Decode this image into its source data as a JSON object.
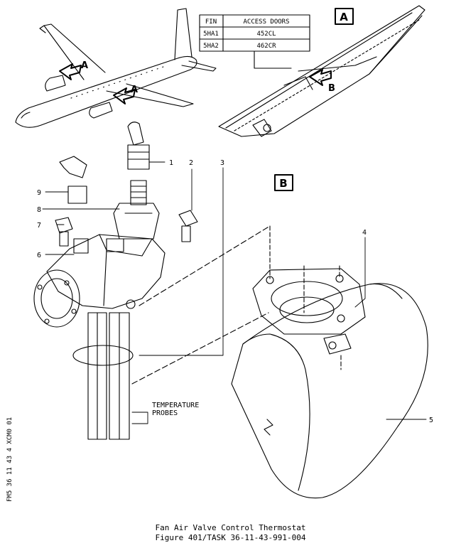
{
  "access_table": {
    "headers": [
      "FIN",
      "ACCESS DOORS"
    ],
    "rows": [
      [
        "5HA1",
        "452CL"
      ],
      [
        "5HA2",
        "462CR"
      ]
    ]
  },
  "views": {
    "a": "A",
    "b": "B"
  },
  "arrow_labels": {
    "aircraft_upper": "A",
    "aircraft_lower": "A",
    "detail_b": "B"
  },
  "callouts": [
    "1",
    "2",
    "3",
    "4",
    "5",
    "6",
    "7",
    "8",
    "9"
  ],
  "probe_label": {
    "line1": "TEMPERATURE",
    "line2": "PROBES"
  },
  "side_code": "FM5 36 11 43 4 XCM0 01",
  "caption": {
    "title": "Fan Air Valve Control Thermostat",
    "figure": "Figure 401/TASK 36-11-43-991-004"
  }
}
